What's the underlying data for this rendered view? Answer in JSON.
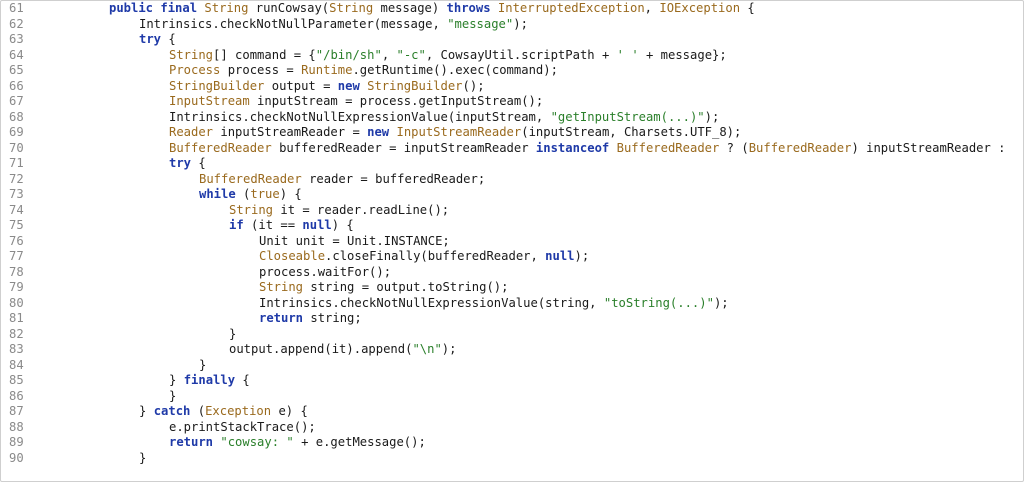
{
  "editor": {
    "lines": [
      {
        "n": "61",
        "indent": 1,
        "tokens": [
          [
            "kw",
            "public final "
          ],
          [
            "ty",
            "String"
          ],
          [
            "p",
            " runCowsay("
          ],
          [
            "ty",
            "String"
          ],
          [
            "p",
            " message) "
          ],
          [
            "kw",
            "throws "
          ],
          [
            "ty",
            "InterruptedException"
          ],
          [
            "p",
            ", "
          ],
          [
            "ty",
            "IOException"
          ],
          [
            "p",
            " {"
          ]
        ]
      },
      {
        "n": "62",
        "indent": 2,
        "tokens": [
          [
            "p",
            "Intrinsics.checkNotNullParameter(message, "
          ],
          [
            "str",
            "\"message\""
          ],
          [
            "p",
            ");"
          ]
        ]
      },
      {
        "n": "63",
        "indent": 2,
        "tokens": [
          [
            "kw",
            "try"
          ],
          [
            "p",
            " {"
          ]
        ]
      },
      {
        "n": "64",
        "indent": 3,
        "tokens": [
          [
            "ty",
            "String"
          ],
          [
            "p",
            "[] command = {"
          ],
          [
            "str",
            "\"/bin/sh\""
          ],
          [
            "p",
            ", "
          ],
          [
            "str",
            "\"-c\""
          ],
          [
            "p",
            ", CowsayUtil.scriptPath + "
          ],
          [
            "str",
            "' '"
          ],
          [
            "p",
            " + message};"
          ]
        ]
      },
      {
        "n": "65",
        "indent": 3,
        "tokens": [
          [
            "ty",
            "Process"
          ],
          [
            "p",
            " process = "
          ],
          [
            "ty",
            "Runtime"
          ],
          [
            "p",
            ".getRuntime().exec(command);"
          ]
        ]
      },
      {
        "n": "66",
        "indent": 3,
        "tokens": [
          [
            "ty",
            "StringBuilder"
          ],
          [
            "p",
            " output = "
          ],
          [
            "kw",
            "new "
          ],
          [
            "ty",
            "StringBuilder"
          ],
          [
            "p",
            "();"
          ]
        ]
      },
      {
        "n": "67",
        "indent": 3,
        "tokens": [
          [
            "ty",
            "InputStream"
          ],
          [
            "p",
            " inputStream = process.getInputStream();"
          ]
        ]
      },
      {
        "n": "68",
        "indent": 3,
        "tokens": [
          [
            "p",
            "Intrinsics.checkNotNullExpressionValue(inputStream, "
          ],
          [
            "str",
            "\"getInputStream(...)\""
          ],
          [
            "p",
            ");"
          ]
        ]
      },
      {
        "n": "69",
        "indent": 3,
        "tokens": [
          [
            "ty",
            "Reader"
          ],
          [
            "p",
            " inputStreamReader = "
          ],
          [
            "kw",
            "new "
          ],
          [
            "ty",
            "InputStreamReader"
          ],
          [
            "p",
            "(inputStream, Charsets.UTF_8);"
          ]
        ]
      },
      {
        "n": "70",
        "indent": 3,
        "tokens": [
          [
            "ty",
            "BufferedReader"
          ],
          [
            "p",
            " bufferedReader = inputStreamReader "
          ],
          [
            "kw",
            "instanceof "
          ],
          [
            "ty",
            "BufferedReader"
          ],
          [
            "p",
            " ? ("
          ],
          [
            "ty",
            "BufferedReader"
          ],
          [
            "p",
            ") inputStreamReader :"
          ]
        ]
      },
      {
        "n": "71",
        "indent": 3,
        "tokens": [
          [
            "kw",
            "try"
          ],
          [
            "p",
            " {"
          ]
        ]
      },
      {
        "n": "72",
        "indent": 4,
        "tokens": [
          [
            "ty",
            "BufferedReader"
          ],
          [
            "p",
            " reader = bufferedReader;"
          ]
        ]
      },
      {
        "n": "73",
        "indent": 4,
        "tokens": [
          [
            "kw",
            "while"
          ],
          [
            "p",
            " ("
          ],
          [
            "ty",
            "true"
          ],
          [
            "p",
            ") {"
          ]
        ]
      },
      {
        "n": "74",
        "indent": 5,
        "tokens": [
          [
            "ty",
            "String"
          ],
          [
            "p",
            " it = reader.readLine();"
          ]
        ]
      },
      {
        "n": "75",
        "indent": 5,
        "tokens": [
          [
            "kw",
            "if"
          ],
          [
            "p",
            " (it == "
          ],
          [
            "kw",
            "null"
          ],
          [
            "p",
            ") {"
          ]
        ]
      },
      {
        "n": "76",
        "indent": 6,
        "tokens": [
          [
            "p",
            "Unit unit = Unit.INSTANCE;"
          ]
        ]
      },
      {
        "n": "77",
        "indent": 6,
        "tokens": [
          [
            "ty",
            "Closeable"
          ],
          [
            "p",
            ".closeFinally(bufferedReader, "
          ],
          [
            "kw",
            "null"
          ],
          [
            "p",
            ");"
          ]
        ]
      },
      {
        "n": "78",
        "indent": 6,
        "tokens": [
          [
            "p",
            "process.waitFor();"
          ]
        ]
      },
      {
        "n": "79",
        "indent": 6,
        "tokens": [
          [
            "ty",
            "String"
          ],
          [
            "p",
            " string = output.toString();"
          ]
        ]
      },
      {
        "n": "80",
        "indent": 6,
        "tokens": [
          [
            "p",
            "Intrinsics.checkNotNullExpressionValue(string, "
          ],
          [
            "str",
            "\"toString(...)\""
          ],
          [
            "p",
            ");"
          ]
        ]
      },
      {
        "n": "81",
        "indent": 6,
        "tokens": [
          [
            "kw",
            "return"
          ],
          [
            "p",
            " string;"
          ]
        ]
      },
      {
        "n": "82",
        "indent": 5,
        "tokens": [
          [
            "p",
            "}"
          ]
        ]
      },
      {
        "n": "83",
        "indent": 5,
        "tokens": [
          [
            "p",
            "output.append(it).append("
          ],
          [
            "str",
            "\"\\n\""
          ],
          [
            "p",
            ");"
          ]
        ]
      },
      {
        "n": "84",
        "indent": 4,
        "tokens": [
          [
            "p",
            "}"
          ]
        ]
      },
      {
        "n": "85",
        "indent": 3,
        "tokens": [
          [
            "p",
            "} "
          ],
          [
            "kw",
            "finally"
          ],
          [
            "p",
            " {"
          ]
        ]
      },
      {
        "n": "86",
        "indent": 3,
        "tokens": [
          [
            "p",
            "}"
          ]
        ]
      },
      {
        "n": "87",
        "indent": 2,
        "tokens": [
          [
            "p",
            "} "
          ],
          [
            "kw",
            "catch"
          ],
          [
            "p",
            " ("
          ],
          [
            "ty",
            "Exception"
          ],
          [
            "p",
            " e) {"
          ]
        ]
      },
      {
        "n": "88",
        "indent": 3,
        "tokens": [
          [
            "p",
            "e.printStackTrace();"
          ]
        ]
      },
      {
        "n": "89",
        "indent": 3,
        "tokens": [
          [
            "kw",
            "return "
          ],
          [
            "str",
            "\"cowsay: \""
          ],
          [
            "p",
            " + e.getMessage();"
          ]
        ]
      },
      {
        "n": "90",
        "indent": 2,
        "tokens": [
          [
            "p",
            "}"
          ]
        ]
      }
    ]
  },
  "colors": {
    "keyword": "#1f3aa8",
    "type": "#9a6a1e",
    "string": "#2a7f2a",
    "plain": "#1a1a1a",
    "line_number": "#8a8a8a",
    "background": "#ffffff"
  }
}
